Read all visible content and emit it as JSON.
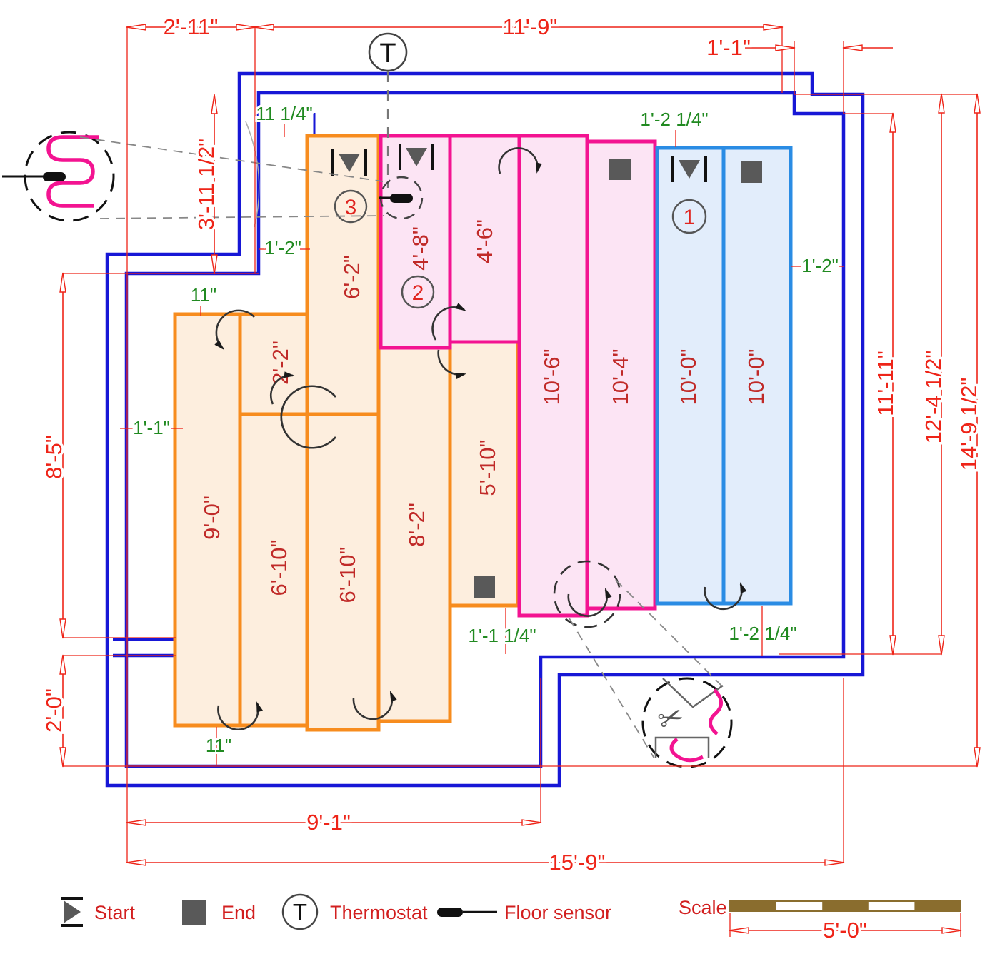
{
  "thermostat": {
    "symbol": "T"
  },
  "zones": {
    "z1": "1",
    "z2": "2",
    "z3": "3"
  },
  "mats": {
    "orange": [
      "9'-0\"",
      "2'-2\"",
      "6'-10\"",
      "6'-2\"",
      "6'-10\"",
      "8'-2\"",
      "5'-10\""
    ],
    "pink": [
      "4'-8\"",
      "4'-6\"",
      "10'-6\"",
      "10'-4\""
    ],
    "blue": [
      "10'-0\"",
      "10'-0\""
    ]
  },
  "dims_red": {
    "top_left": "2'-11\"",
    "top_mid": "11'-9\"",
    "top_right": "1'-1\"",
    "left_top": "3'-11 1/2\"",
    "left_mid": "8'-5\"",
    "left_bottom": "2'-0\"",
    "right_inner": "11'-11\"",
    "right_mid": "12'-4 1/2\"",
    "right_outer": "14'-9 1/2\"",
    "bottom_inner": "9'-1\"",
    "bottom_outer": "15'-9\"",
    "scale": "5'-0\""
  },
  "dims_green": {
    "top_orange": "11 1/4\"",
    "top_blue": "1'-2 1/4\"",
    "left_wall": "1'-2\"",
    "right_wall": "1'-2\"",
    "left_top_offset": "11\"",
    "left_mat": "1'-1\"",
    "bottom_orange": "1'-1 1/4\"",
    "bottom_blue": "1'-2 1/4\"",
    "bottom_offset": "11\""
  },
  "legend": {
    "start": "Start",
    "end": "End",
    "thermostat": "Thermostat",
    "floor_sensor": "Floor sensor",
    "scale_label": "Scale"
  },
  "colors": {
    "dim_red": "#ee2418",
    "dim_green": "#218a21",
    "mat_label_red": "#c02a28",
    "wall_blue": "#1717d6",
    "mat_orange": "#f78c1e",
    "mat_orange_fill": "#fdeede",
    "mat_pink": "#f31391",
    "mat_pink_fill": "#fce4f4",
    "mat_blue": "#2a8ce4",
    "mat_blue_fill": "#e2edfb",
    "symbol_gray": "#595959",
    "scale_brown": "#8a6d2e"
  }
}
